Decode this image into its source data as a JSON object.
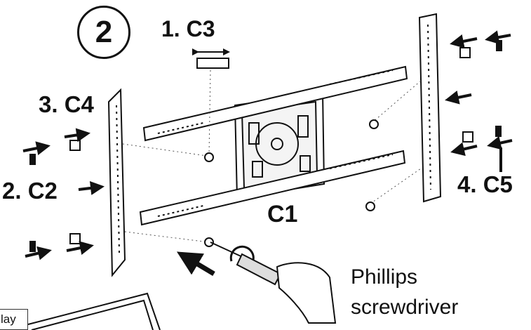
{
  "step": {
    "number": "2"
  },
  "labels": {
    "c3": "1. C3",
    "c4": "3. C4",
    "c2": "2. C2",
    "c5": "4. C5",
    "c1": "C1",
    "tool_line1": "Phillips",
    "tool_line2": "screwdriver"
  },
  "overlay": {
    "text": "lay"
  },
  "colors": {
    "ink": "#111111",
    "paper": "#ffffff",
    "gray": "#888888"
  }
}
